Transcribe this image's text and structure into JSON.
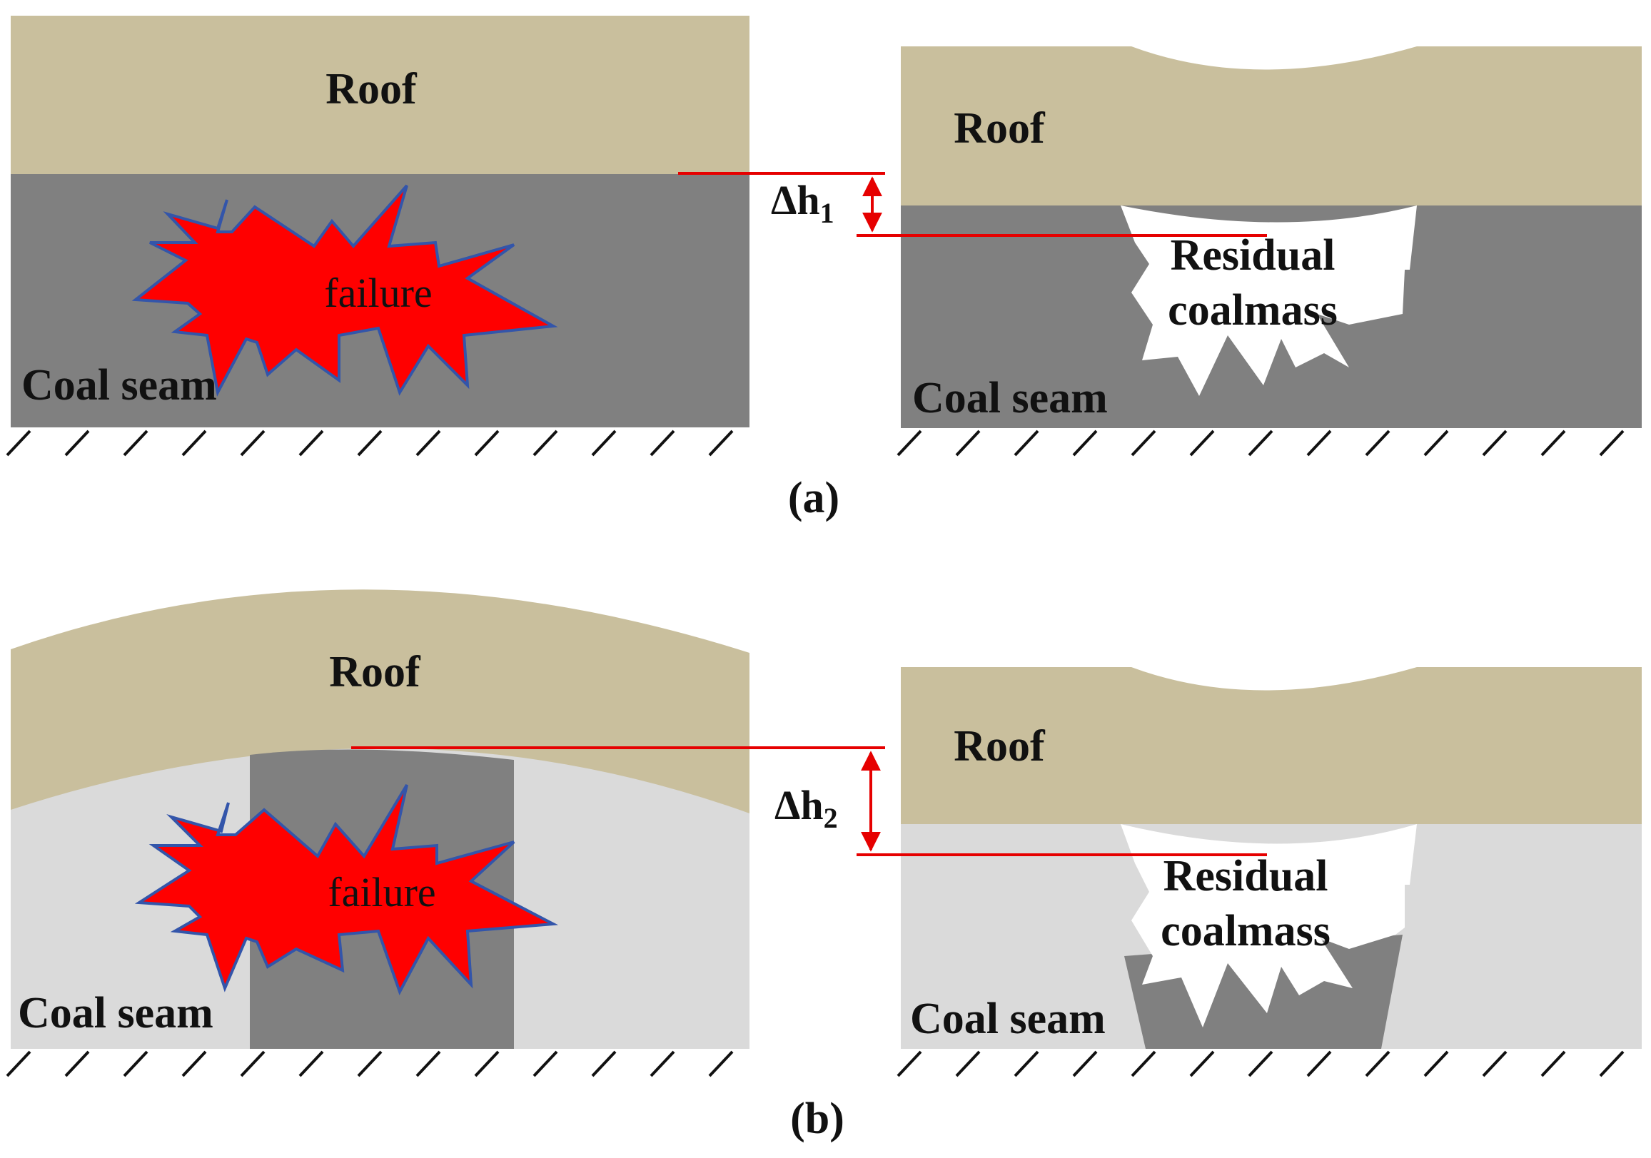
{
  "colors": {
    "roof": "#c9bf9d",
    "coal_dark": "#808080",
    "coal_light": "#dadada",
    "failure_fill": "#ff0000",
    "failure_stroke": "#3355aa",
    "dimension_line": "#e60000",
    "cavity": "#ffffff"
  },
  "panel_a": {
    "caption": "(a)",
    "left": {
      "roof_label": "Roof",
      "seam_label": "Coal seam",
      "failure_label": "failure"
    },
    "right": {
      "roof_label": "Roof",
      "seam_label": "Coal seam",
      "residual_line1": "Residual",
      "residual_line2": "coalmass"
    },
    "dimension": {
      "symbol": "Δh",
      "subscript": "1"
    }
  },
  "panel_b": {
    "caption": "(b)",
    "left": {
      "roof_label": "Roof",
      "seam_label": "Coal seam",
      "failure_label": "failure"
    },
    "right": {
      "roof_label": "Roof",
      "seam_label": "Coal seam",
      "residual_line1": "Residual",
      "residual_line2": "coalmass"
    },
    "dimension": {
      "symbol": "Δh",
      "subscript": "2"
    }
  }
}
